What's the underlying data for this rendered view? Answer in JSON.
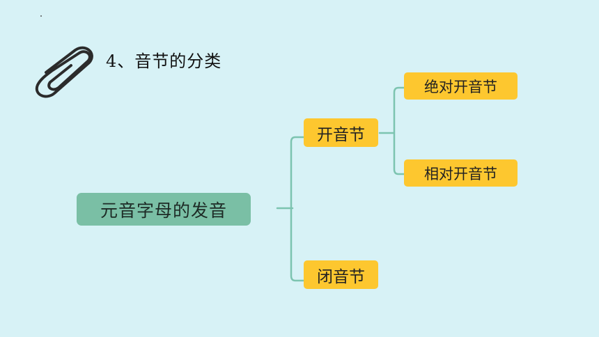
{
  "slide": {
    "heading": "4、音节的分类"
  },
  "diagram": {
    "root": "元音字母的发音",
    "branches": [
      {
        "label": "开音节",
        "children": [
          "绝对开音节",
          "相对开音节"
        ]
      },
      {
        "label": "闭音节",
        "children": []
      }
    ]
  },
  "colors": {
    "background": "#d7f2f6",
    "root_fill": "#7abfa5",
    "node_fill": "#fdc72f",
    "connector": "#7cc4b0"
  }
}
